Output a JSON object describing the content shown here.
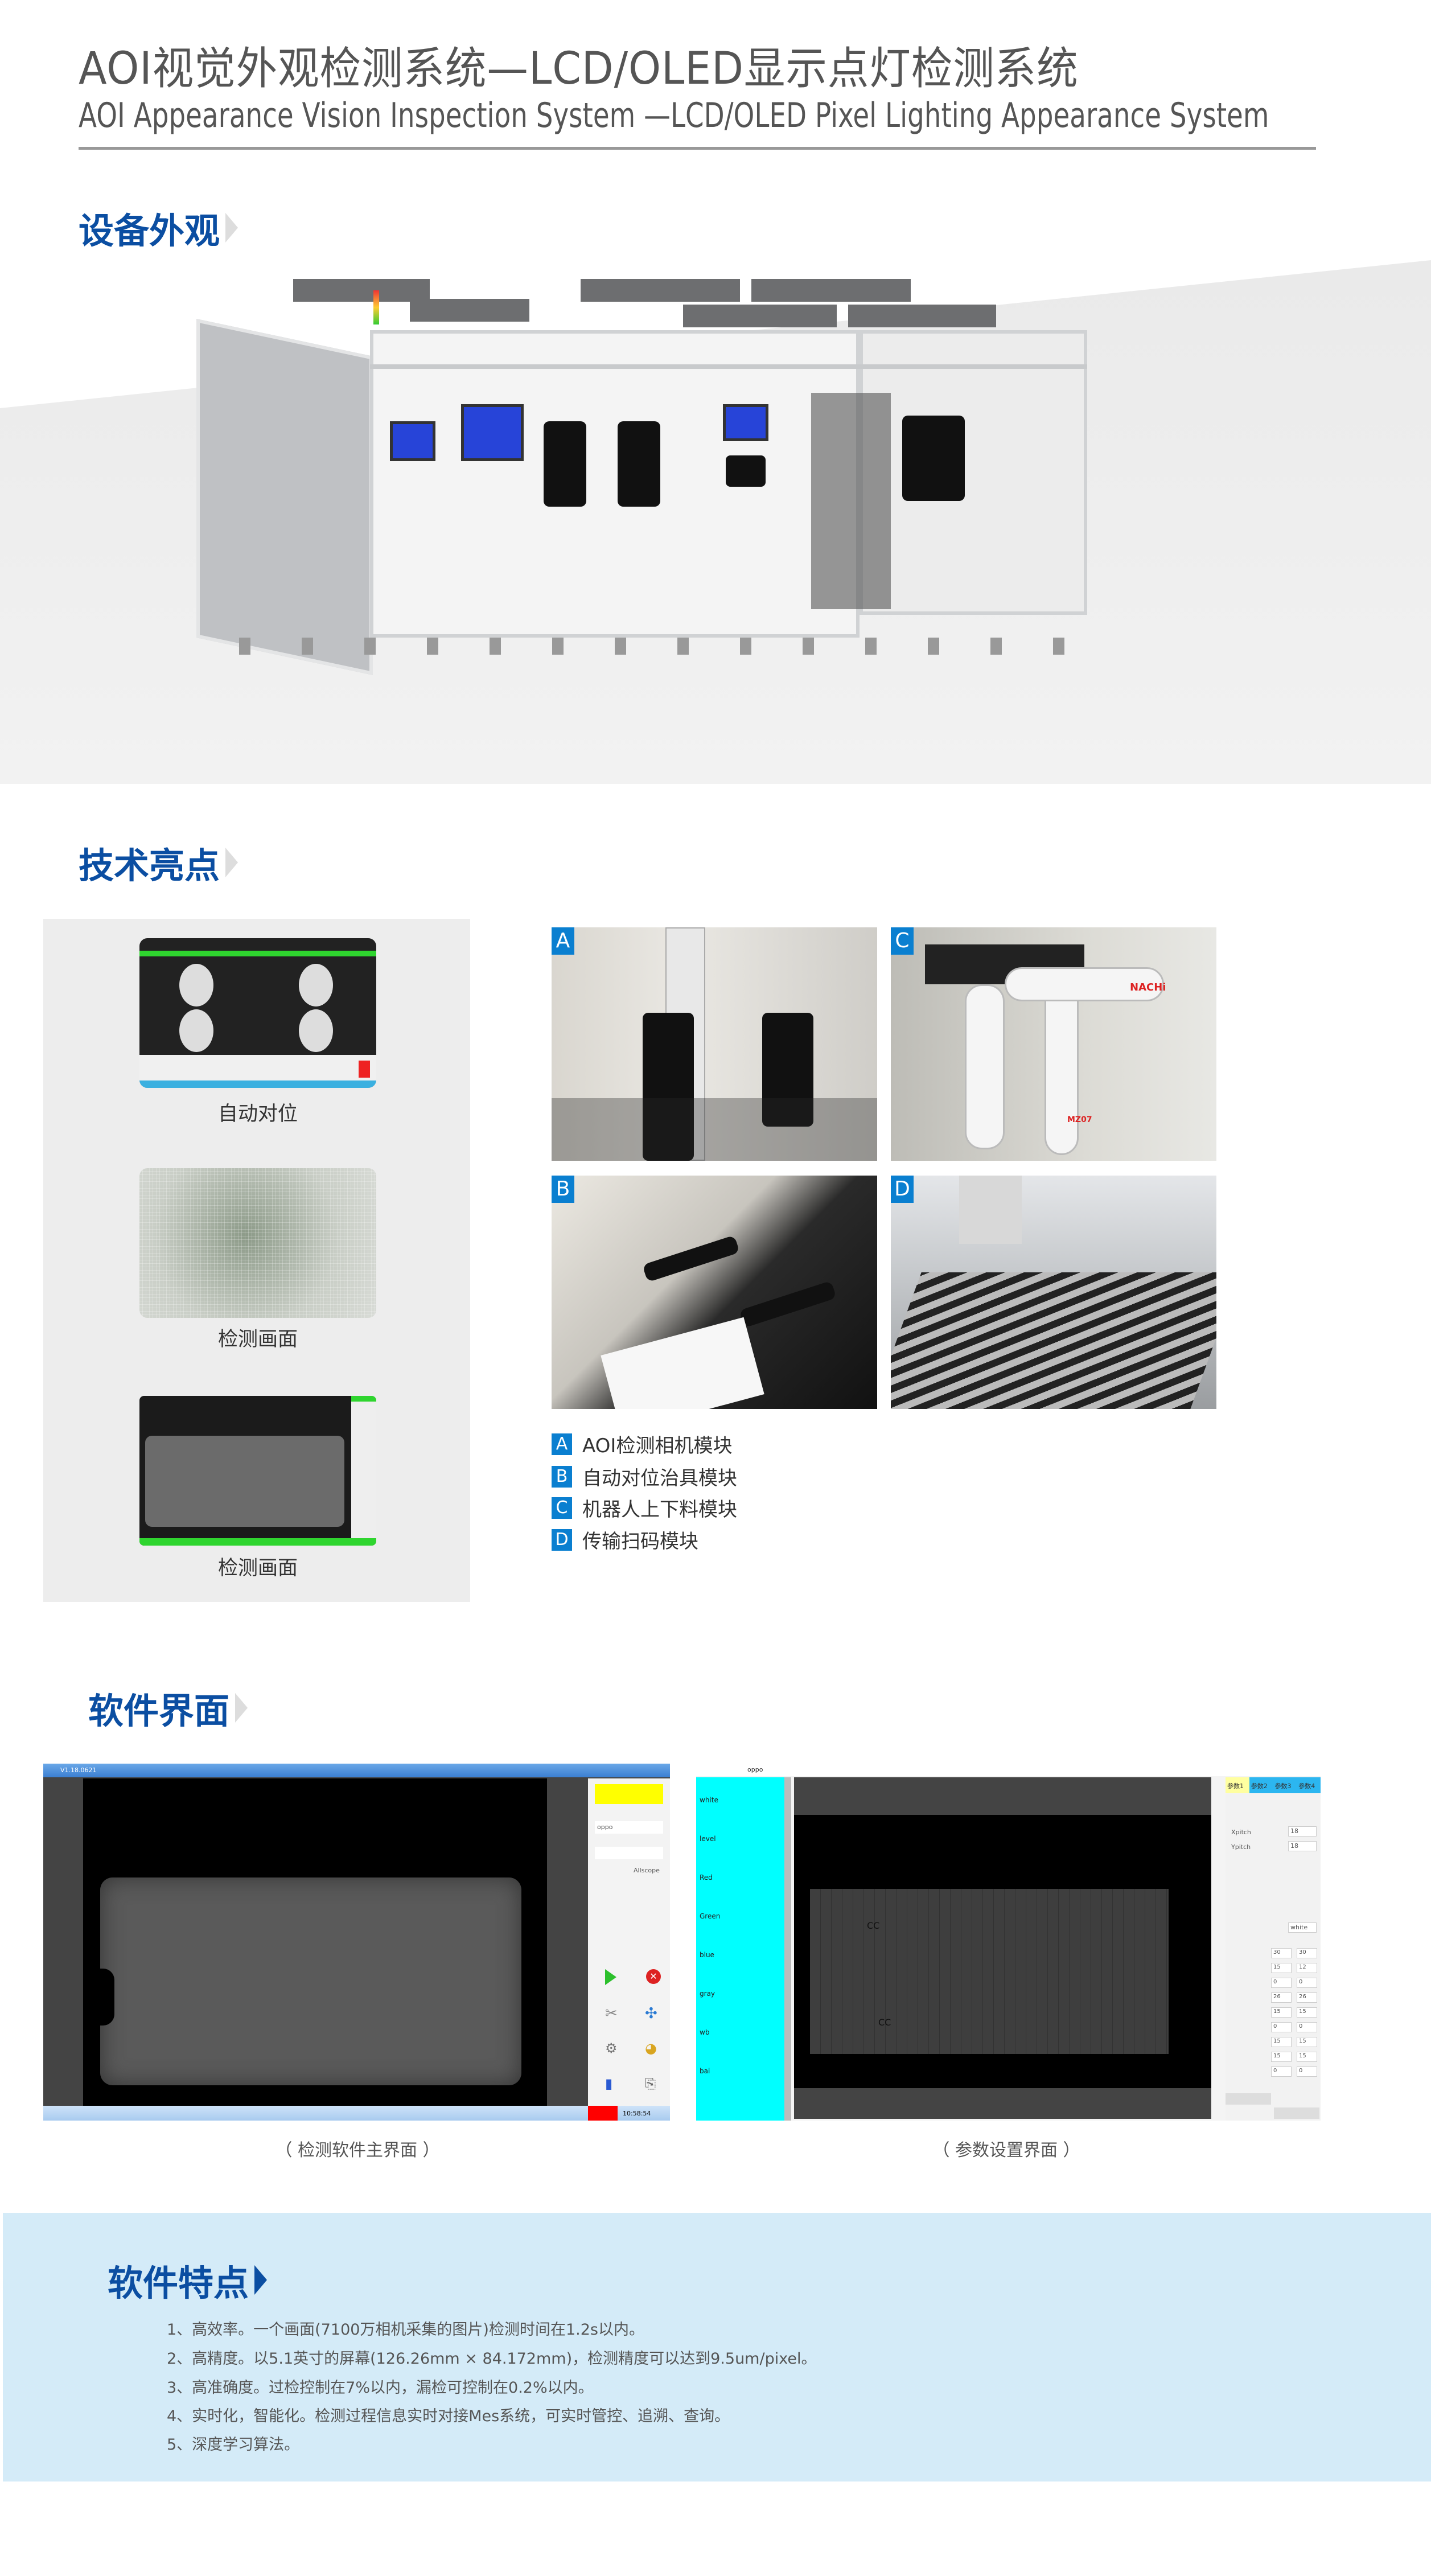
{
  "header": {
    "title_cn": "AOI视觉外观检测系统—LCD/OLED显示点灯检测系统",
    "title_en": "AOI Appearance Vision Inspection System —LCD/OLED Pixel Lighting Appearance System"
  },
  "sections": {
    "appearance": "设备外观",
    "highlights": "技术亮点",
    "software": "软件界面",
    "features": "软件特点"
  },
  "highlights": {
    "thumbnails": [
      {
        "label": "自动对位"
      },
      {
        "label": "检测画面"
      },
      {
        "label": "检测画面"
      }
    ],
    "photos": [
      {
        "badge": "A",
        "label": "AOI检测相机模块"
      },
      {
        "badge": "B",
        "label": "自动对位治具模块"
      },
      {
        "badge": "C",
        "label": "机器人上下料模块"
      },
      {
        "badge": "D",
        "label": "传输扫码模块"
      }
    ],
    "robot_brand": "NACHi",
    "robot_model": "MZ07"
  },
  "software": {
    "main": {
      "caption": "（ 检测软件主界面 ）",
      "version": "V1.18.0621",
      "product_value": "oppo",
      "checkbox_allscope": "Allscope",
      "time": "10:58:54"
    },
    "params": {
      "caption": "（ 参数设置界面 ）",
      "model_value": "oppo",
      "tree": [
        "white",
        "level",
        "Red",
        "Green",
        "blue",
        "gray",
        "wb",
        "bai"
      ],
      "tabs": [
        "参数1",
        "参数2",
        "参数3",
        "参数4"
      ],
      "fields": [
        {
          "label": "Xpitch",
          "value": "18"
        },
        {
          "label": "Ypitch",
          "value": "18"
        }
      ],
      "color_select": "white",
      "grid_values": [
        [
          "30",
          "30"
        ],
        [
          "15",
          "12"
        ],
        [
          "0",
          "0"
        ],
        [
          "26",
          "26"
        ],
        [
          "15",
          "15"
        ],
        [
          "0",
          "0"
        ],
        [
          "15",
          "15"
        ],
        [
          "15",
          "15"
        ],
        [
          "0",
          "0"
        ]
      ],
      "defect_mark": "CC"
    }
  },
  "features": {
    "items": [
      "1、高效率。一个画面(7100万相机采集的图片)检测时间在1.2s以内。",
      "2、高精度。以5.1英寸的屏幕(126.26mm × 84.172mm)，检测精度可以达到9.5um/pixel。",
      "3、高准确度。过检控制在7%以内，漏检可控制在0.2%以内。",
      "4、实时化，智能化。检测过程信息实时对接Mes系统，可实时管控、追溯、查询。",
      "5、深度学习算法。"
    ]
  },
  "colors": {
    "brand_blue": "#0b4ea2",
    "badge_blue": "#0a7fd0",
    "feature_bg": "#d4ebf8",
    "tree_cyan": "#00ffff"
  }
}
